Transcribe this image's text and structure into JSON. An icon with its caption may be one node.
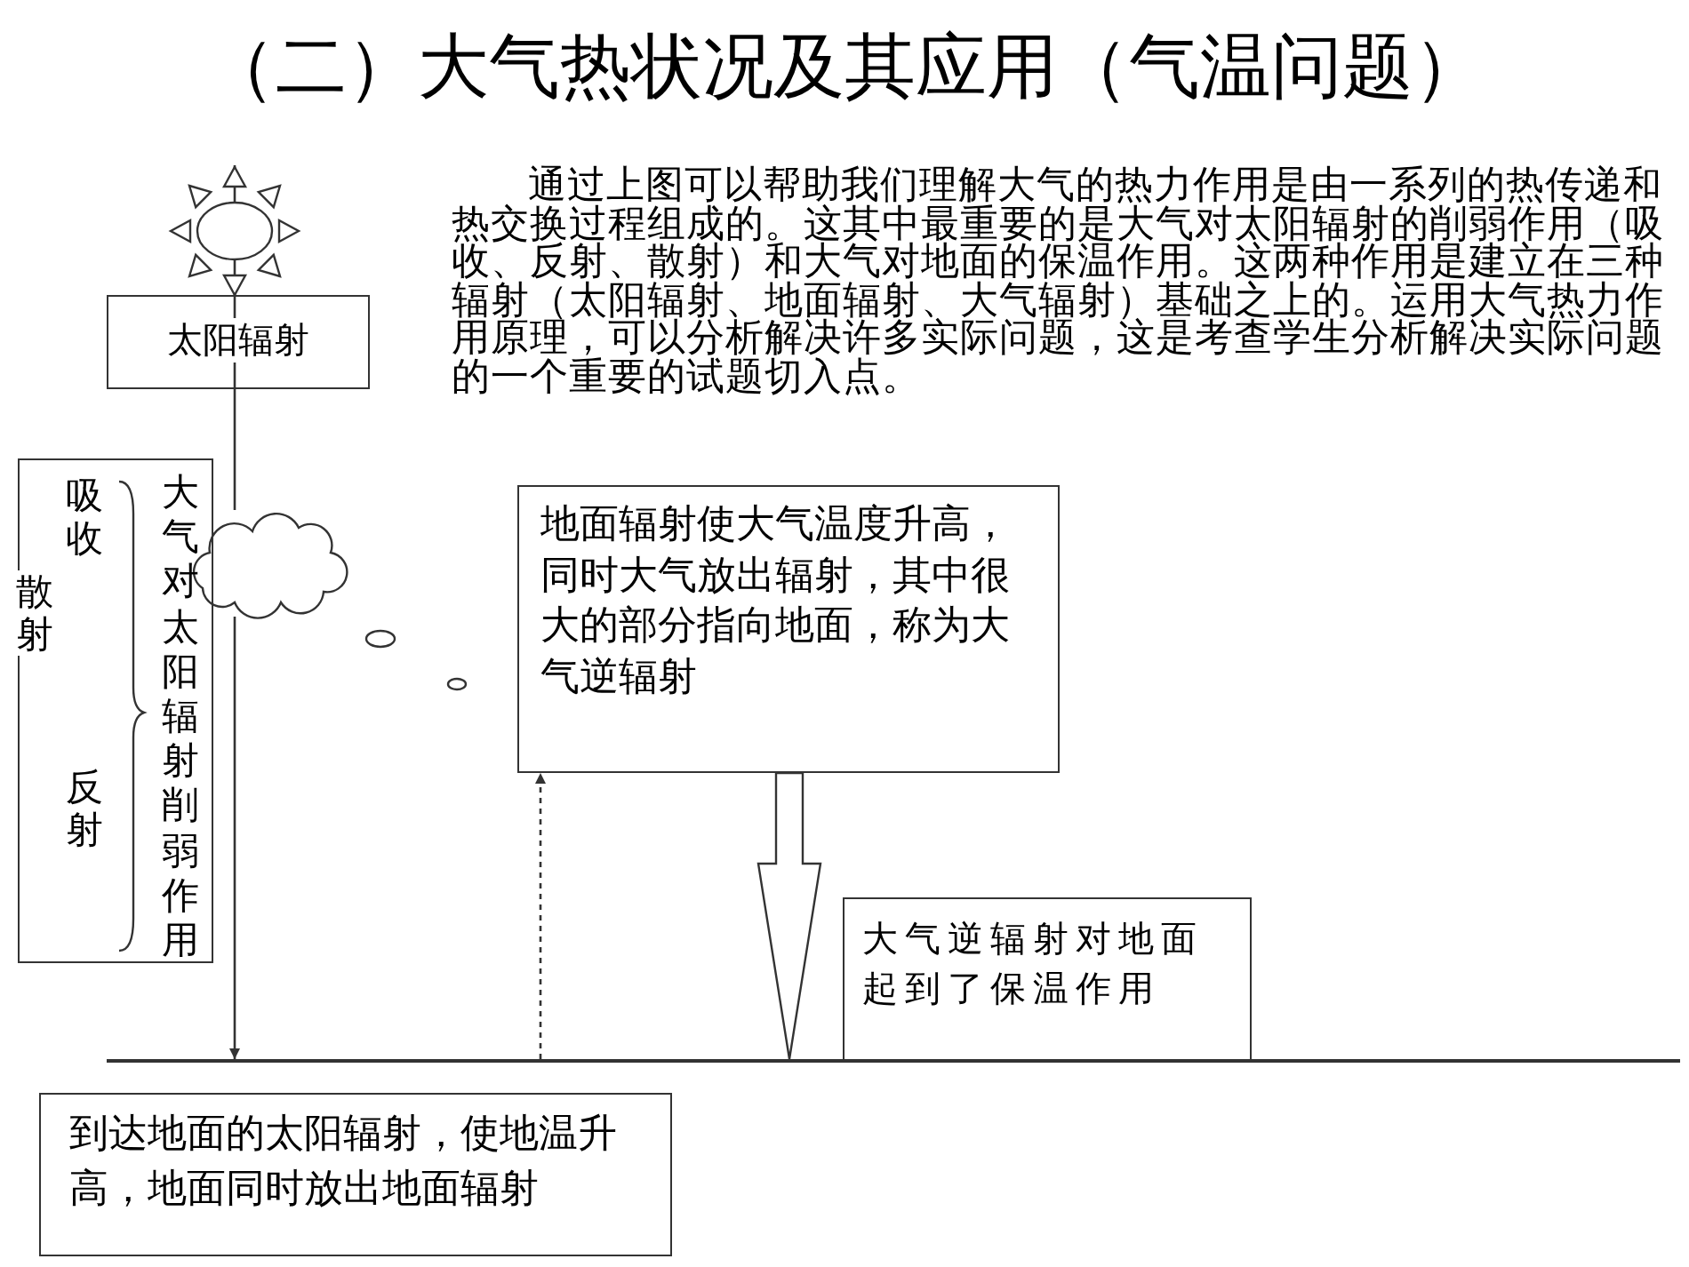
{
  "diagram": {
    "title": "（二）大气热状况及其应用（气温问题）",
    "nodes": [
      {
        "text": [],
        "shape": "sun"
      },
      {
        "text": [
          "太阳辐射"
        ]
      },
      {
        "text": [
          "吸收",
          "散射",
          "反射",
          "大气对太阳辐射削弱作用"
        ]
      },
      {
        "text": [],
        "shape": "cloud"
      },
      {
        "text": [
          "地面辐射使大气温度升高，同时大气放出辐射，其中很大的部分指向地面，称为大气逆辐射"
        ]
      },
      {
        "text": [
          "大气逆辐射对地面起到了保温作用"
        ]
      },
      {
        "text": [],
        "shape": "line"
      },
      {
        "text": [
          "到达地面的太阳辐射，使地温升高，地面同时放出地面辐射"
        ]
      }
    ],
    "edges": [
      {
        "from": 0,
        "to": 1,
        "arrow": "none"
      },
      {
        "from": 1,
        "to": 3,
        "arrow": "none"
      },
      {
        "from": 3,
        "to": 6,
        "arrow": "to"
      },
      {
        "from": 6,
        "to": 4,
        "arrow": "to",
        "style": "dashed"
      },
      {
        "from": 4,
        "to": 6,
        "arrow": "to",
        "style": "thick"
      }
    ],
    "labels": [
      "通过上图可以帮助我们理解大气的热力作用是由一系列的热传递和热交换过程组成的。这其中最重要的是大气对太阳辐射的削弱作用（吸收、反射、散射）和大气对地面的保温作用。这两种作用是建立在三种辐射（太阳辐射、地面辐射、大气辐射）基础之上的。运用大气热力作用原理，可以分析解决许多实际问题，这是考查学生分析解决实际问题的一个重要的试题切入点。"
    ]
  }
}
